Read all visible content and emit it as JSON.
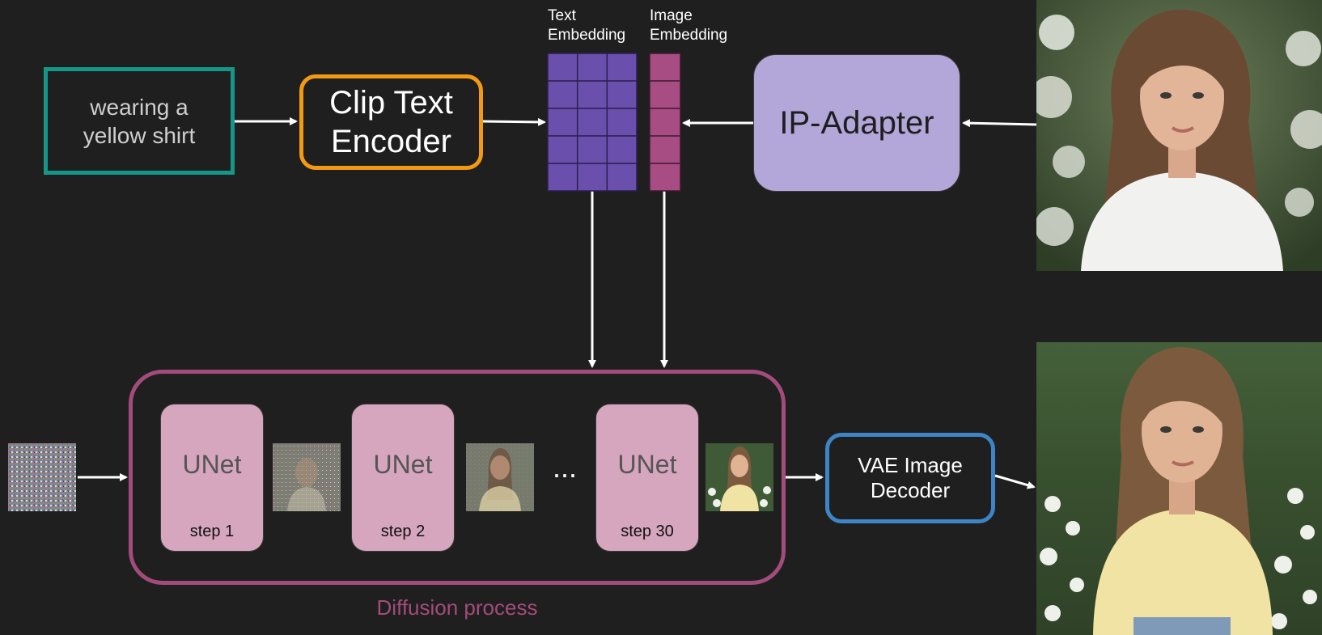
{
  "colors": {
    "background": "#1f1f1f",
    "prompt_border": "#159688",
    "encoder_border": "#f29a12",
    "text_embedding": "#6a4fac",
    "image_embedding": "#a84c84",
    "ip_adapter_fill": "#b3a6d9",
    "unet_fill": "#d5a6bd",
    "diffusion_border": "#a34c7b",
    "vae_border": "#3d85c6"
  },
  "prompt": {
    "text": "wearing a\nyellow shirt"
  },
  "encoder": {
    "label": "Clip Text\nEncoder"
  },
  "embeddings": {
    "text_label": "Text\nEmbedding",
    "image_label": "Image\nEmbedding"
  },
  "ip_adapter": {
    "label": "IP-Adapter"
  },
  "diffusion": {
    "label": "Diffusion process",
    "ellipsis": "...",
    "unets": [
      {
        "title": "UNet",
        "step": "step 1"
      },
      {
        "title": "UNet",
        "step": "step 2"
      },
      {
        "title": "UNet",
        "step": "step 30"
      }
    ]
  },
  "vae": {
    "label": "VAE Image\nDecoder"
  },
  "images": {
    "reference": "reference-portrait-white-shirt",
    "output": "output-portrait-yellow-shirt",
    "noise": "random-noise-latent"
  }
}
